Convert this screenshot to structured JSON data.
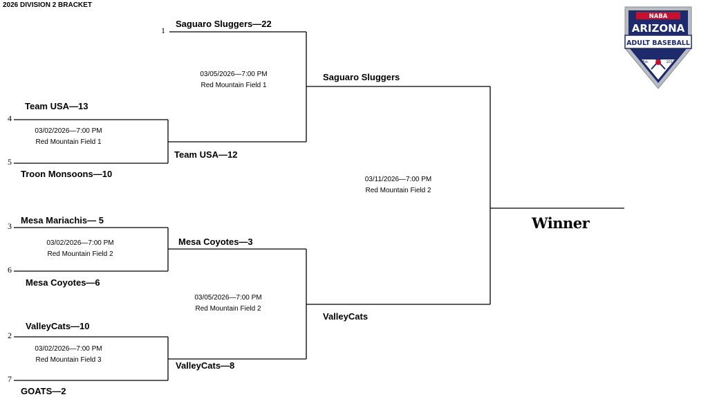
{
  "page_title": "2026 DIVISION 2 BRACKET",
  "logo": {
    "line1": "NABA",
    "line2": "ARIZONA",
    "line3": "ADULT BASEBALL",
    "est_left": "Est.",
    "est_right": "2017",
    "icon": "crossed-bats-baseball-icon",
    "colors": {
      "navy": "#1d2a6b",
      "red": "#c8102e",
      "silver": "#b8bcc2"
    }
  },
  "round1": [
    {
      "top_seed": "4",
      "top_team": "Team USA—13",
      "bottom_seed": "5",
      "bottom_team": "Troon Monsoons—10",
      "date": "03/02/2026—7:00 PM",
      "field": "Red Mountain Field 1"
    },
    {
      "top_seed": "3",
      "top_team": "Mesa Mariachis— 5",
      "bottom_seed": "6",
      "bottom_team": "Mesa Coyotes—6",
      "date": "03/02/2026—7:00 PM",
      "field": "Red Mountain Field 2"
    },
    {
      "top_seed": "2",
      "top_team": "ValleyCats—10",
      "bottom_seed": "7",
      "bottom_team": "GOATS—2",
      "date": "03/02/2026—7:00 PM",
      "field": "Red Mountain Field 3"
    }
  ],
  "round2": [
    {
      "top_seed": "1",
      "top_team": "Saguaro Sluggers—22",
      "bottom_team": "Team USA—12",
      "date": "03/05/2026—7:00 PM",
      "field": "Red Mountain Field 1"
    },
    {
      "top_team": "Mesa Coyotes—3",
      "bottom_team": "ValleyCats—8",
      "date": "03/05/2026—7:00 PM",
      "field": "Red Mountain Field 2"
    }
  ],
  "final": {
    "top_team": "Saguaro Sluggers",
    "bottom_team": "ValleyCats",
    "date": "03/11/2026—7:00 PM",
    "field": "Red Mountain Field 2"
  },
  "champion_label": "Winner"
}
